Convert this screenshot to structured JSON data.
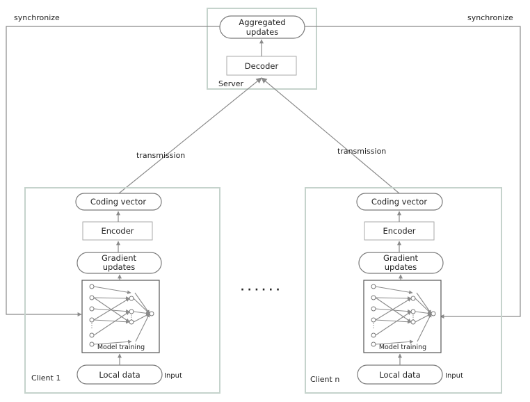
{
  "server": {
    "label": "Server",
    "aggregated_line1": "Aggregated",
    "aggregated_line2": "updates",
    "decoder": "Decoder"
  },
  "sync_left": "synchronize",
  "sync_right": "synchronize",
  "transmission_left": "transmission",
  "transmission_right": "transmission",
  "ellipsis": "· · · · · ·",
  "client1": {
    "label": "Client 1",
    "coding_vector": "Coding vector",
    "encoder": "Encoder",
    "gradient_line1": "Gradient",
    "gradient_line2": "updates",
    "model_training": "Model training",
    "local_data": "Local data",
    "input": "Input"
  },
  "clientn": {
    "label": "Client n",
    "coding_vector": "Coding vector",
    "encoder": "Encoder",
    "gradient_line1": "Gradient",
    "gradient_line2": "updates",
    "model_training": "Model training",
    "local_data": "Local data",
    "input": "Input"
  },
  "colors": {
    "panel_border": "#c5d3cc",
    "box_border": "#7a7a7a",
    "arrow": "#8a8a8a",
    "text": "#222222"
  }
}
